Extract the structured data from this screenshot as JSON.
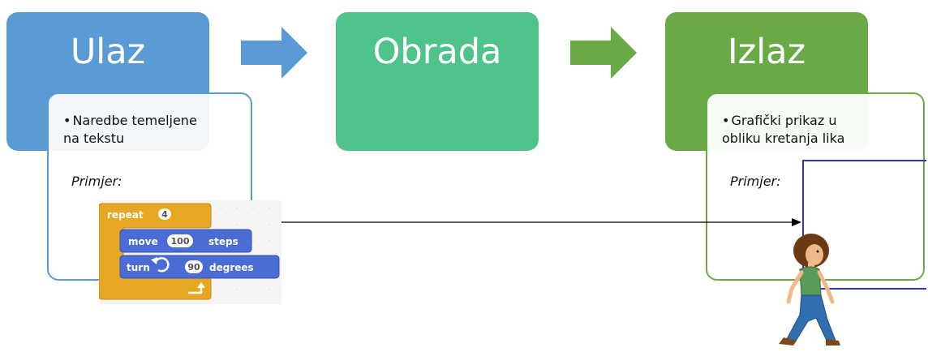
{
  "stages": {
    "input": {
      "title": "Ulaz",
      "color": "#5b9bd5"
    },
    "process": {
      "title": "Obrada",
      "color": "#4ec48a"
    },
    "output": {
      "title": "Izlaz",
      "color": "#6aaa46"
    }
  },
  "input_card": {
    "bullet_line1": "Naredbe temeljene",
    "bullet_line2": "na tekstu",
    "example_label": "Primjer:",
    "border_color": "#5b9bd5"
  },
  "output_card": {
    "bullet_line1": "Grafički prikaz u",
    "bullet_line2": "obliku kretanja lika",
    "example_label": "Primjer:",
    "border_color": "#6aaa46"
  },
  "scratch_script": {
    "repeat_label": "repeat",
    "repeat_count": "4",
    "move_label": "move",
    "move_value": "100",
    "move_unit": "steps",
    "turn_label": "turn",
    "turn_value": "90",
    "turn_unit": "degrees"
  },
  "arrow_colors": {
    "first": "#5b9bd5",
    "second": "#6aaa46"
  },
  "path_color": "#2f2fd6"
}
